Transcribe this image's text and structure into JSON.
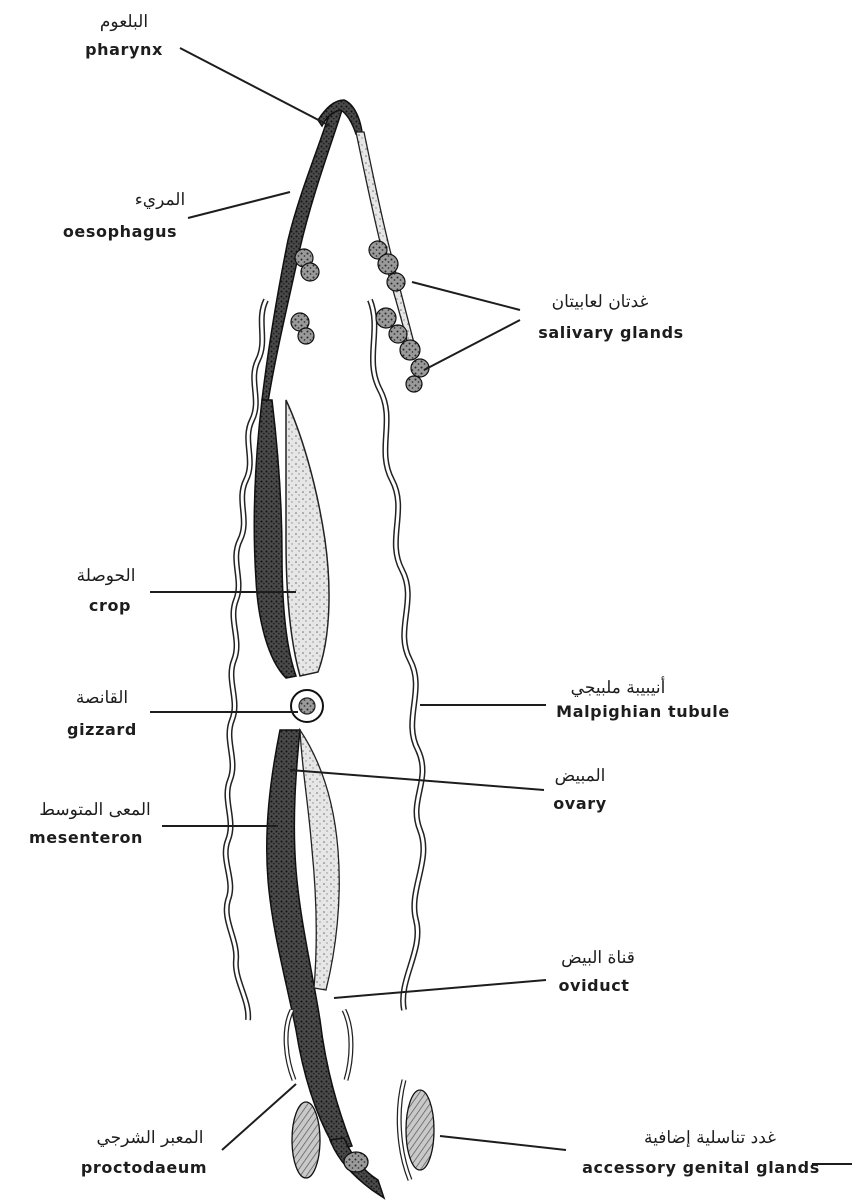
{
  "diagram": {
    "labels": {
      "pharynx": {
        "ar": "البلعوم",
        "en": "pharynx"
      },
      "oesophagus": {
        "ar": "المريء",
        "en": "oesophagus"
      },
      "salivary_glands": {
        "ar": "غدتان لعابيتان",
        "en": "salivary glands"
      },
      "crop": {
        "ar": "الحوصلة",
        "en": "crop"
      },
      "malpighian_tubule": {
        "ar": "أنيبيبة ملبيجي",
        "en": "Malpighian tubule"
      },
      "gizzard": {
        "ar": "القانصة",
        "en": "gizzard"
      },
      "ovary": {
        "ar": "المبيض",
        "en": "ovary"
      },
      "mesenteron": {
        "ar": "المعى المتوسط",
        "en": "mesenteron"
      },
      "oviduct": {
        "ar": "قناة البيض",
        "en": "oviduct"
      },
      "proctodaeum": {
        "ar": "المعبر الشرجي",
        "en": "proctodaeum"
      },
      "accessory_genital_glands": {
        "ar": "غدد تناسلية إضافية",
        "en": "accessory genital glands"
      }
    },
    "colors": {
      "ink": "#1d1d1d",
      "paper": "#ffffff",
      "shade": "#5a5a5a"
    }
  }
}
